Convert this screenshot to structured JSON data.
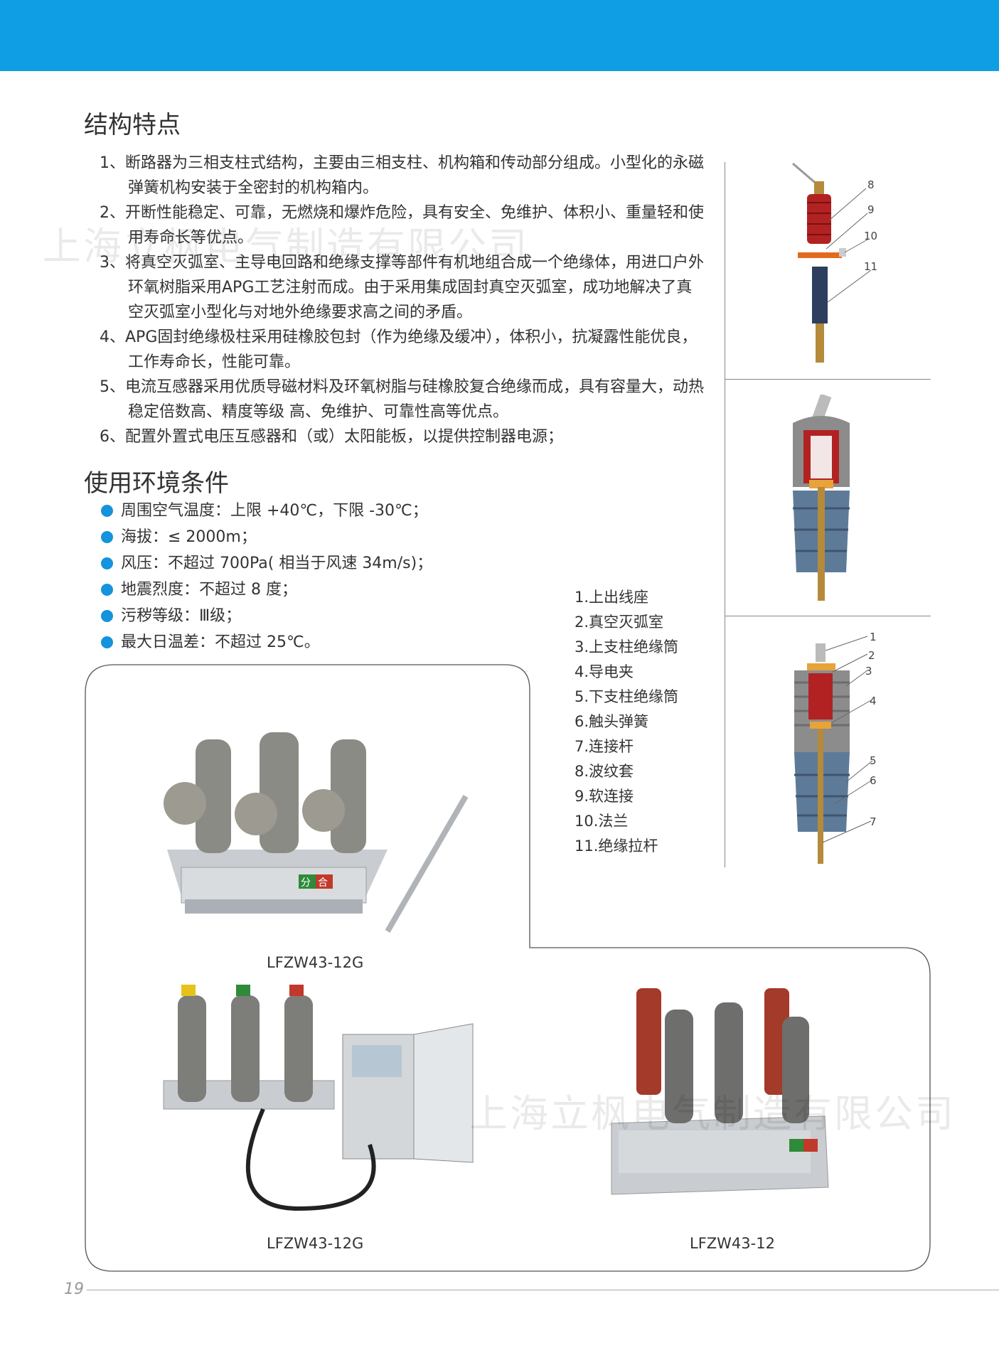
{
  "header": {
    "color": "#0f9ee4"
  },
  "section_structure": {
    "title": "结构特点",
    "items": [
      "1、断路器为三相支柱式结构，主要由三相支柱、机构箱和传动部分组成。小型化的永磁弹簧机构安装于全密封的机构箱内。",
      "2、开断性能稳定、可靠，无燃烧和爆炸危险，具有安全、免维护、体积小、重量轻和使用寿命长等优点。",
      "3、将真空灭弧室、主导电回路和绝缘支撑等部件有机地组合成一个绝缘体，用进口户外环氧树脂采用APG工艺注射而成。由于采用集成固封真空灭弧室，成功地解决了真空灭弧室小型化与对地外绝缘要求高之间的矛盾。",
      "4、APG固封绝缘极柱采用硅橡胶包封（作为绝缘及缓冲），体积小，抗凝露性能优良，工作寿命长，性能可靠。",
      "5、电流互感器采用优质导磁材料及环氧树脂与硅橡胶复合绝缘而成，具有容量大，动热稳定倍数高、精度等级 高、免维护、可靠性高等优点。",
      "6、配置外置式电压互感器和（或）太阳能板，以提供控制器电源；"
    ]
  },
  "section_environment": {
    "title": "使用环境条件",
    "bullet_color": "#1593dc",
    "items": [
      "周围空气温度：上限 +40℃，下限 -30℃；",
      "海拔：≤ 2000m；",
      "风压：不超过 700Pa( 相当于风速 34m/s)；",
      "地震烈度：不超过 8 度；",
      "污秽等级：Ⅲ级；",
      "最大日温差：不超过 25℃。"
    ]
  },
  "parts_legend": [
    "1.上出线座",
    "2.真空灭弧室",
    "3.上支柱绝缘筒",
    "4.导电夹",
    "5.下支柱绝缘筒",
    "6.触头弹簧",
    "7.连接杆",
    "8.波纹套",
    "9.软连接",
    "10.法兰",
    "11.绝缘拉杆"
  ],
  "diagram_callouts": {
    "top": [
      "8",
      "9",
      "10",
      "11"
    ],
    "bottom": [
      "1",
      "2",
      "3",
      "4",
      "5",
      "6",
      "7"
    ]
  },
  "products": {
    "product_1": "LFZW43-12G",
    "product_2": "LFZW43-12G",
    "product_3": "LFZW43-12",
    "panel_label_open": "分",
    "panel_label_close": "合"
  },
  "watermark": "上海立枫电气制造有限公司",
  "page_number": "19"
}
